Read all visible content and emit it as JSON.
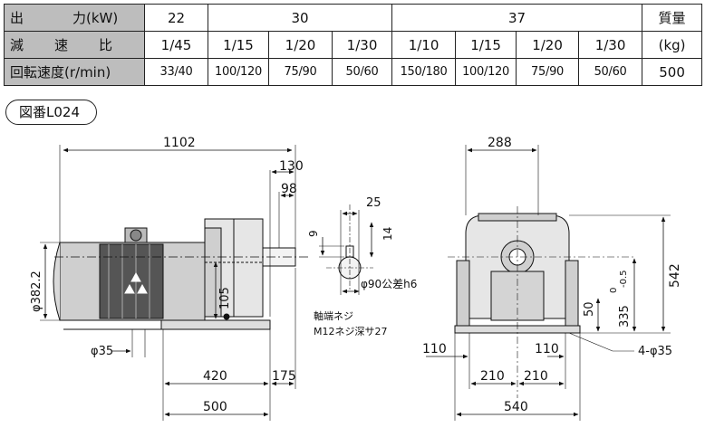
{
  "spec_table": {
    "row_output": {
      "label_a": "出",
      "label_b": "力(kW)",
      "values": [
        "22",
        "30",
        "37"
      ],
      "mass_label": "質量"
    },
    "row_ratio": {
      "label": [
        "減",
        "速",
        "比"
      ],
      "values": [
        "1/45",
        "1/15",
        "1/20",
        "1/30",
        "1/10",
        "1/15",
        "1/20",
        "1/30"
      ],
      "mass_unit": "(kg)"
    },
    "row_speed": {
      "label": "回転速度(r/min)",
      "values": [
        "33/40",
        "100/120",
        "75/90",
        "50/60",
        "150/180",
        "100/120",
        "75/90",
        "50/60"
      ],
      "mass_value": "500"
    }
  },
  "drawing_label": "図番L024",
  "dimensions": {
    "overall_length": "1102",
    "shaft_130": "130",
    "shaft_98": "98",
    "motor_dia": "φ382.2",
    "height_105": "105",
    "foot_dia_35": "φ35",
    "base_420": "420",
    "base_175": "175",
    "base_500": "500",
    "key_25": "25",
    "key_9": "9",
    "key_14": "14",
    "shaft_dia": "φ90公差h6",
    "shaft_end_note_1": "軸端ネジ",
    "shaft_end_note_2": "M12ネジ深サ27",
    "front_width_288": "288",
    "height_542": "542",
    "center_height": "335",
    "tol_upper": "0",
    "tol_lower": "-0.5",
    "foot_50": "50",
    "left_110": "110",
    "right_110": "110",
    "half_210_left": "210",
    "half_210_right": "210",
    "holes": "4-φ35",
    "base_540": "540"
  }
}
